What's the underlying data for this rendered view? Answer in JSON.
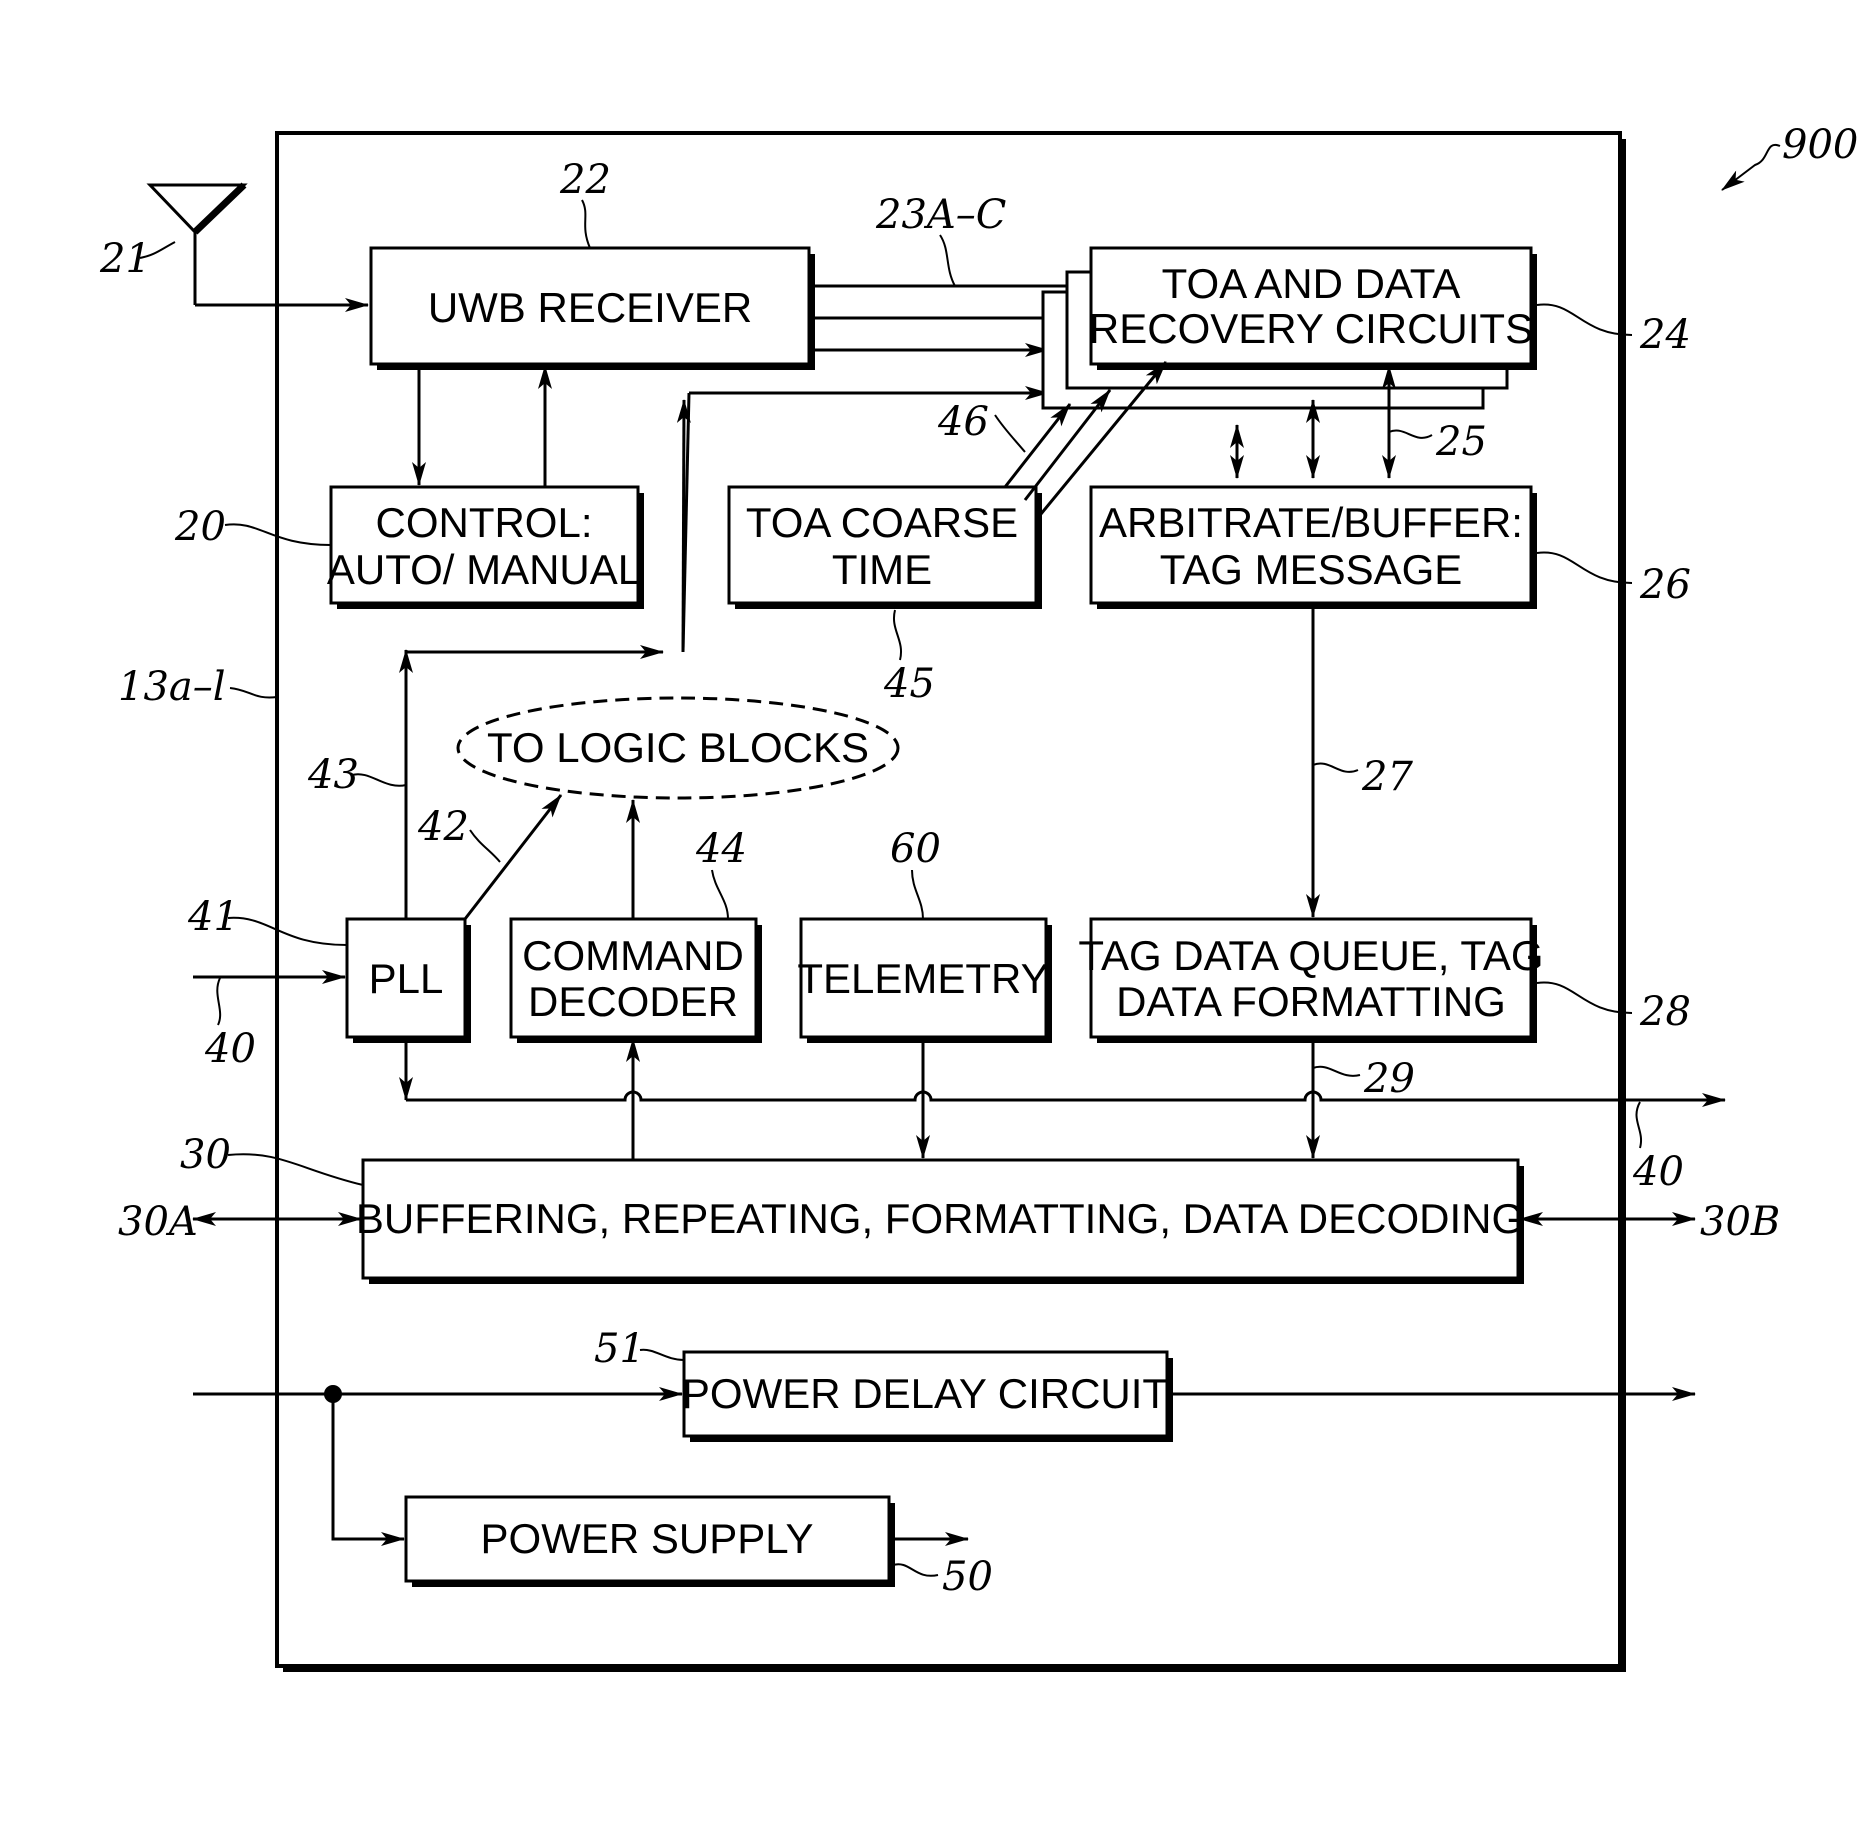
{
  "figure_ref": "900",
  "module_ref": "13a–l",
  "antenna": {
    "ref": "21"
  },
  "blocks": {
    "uwb_receiver": {
      "label": "UWB RECEIVER",
      "ref": "22"
    },
    "control": {
      "line1": "CONTROL:",
      "line2": "AUTO/ MANUAL",
      "ref": "20"
    },
    "toa_data_recovery": {
      "line1": "TOA AND DATA",
      "line2": "RECOVERY CIRCUITS",
      "ref": "24"
    },
    "toa_coarse_time": {
      "line1": "TOA COARSE",
      "line2": "TIME",
      "ref": "45"
    },
    "arbitrate_buffer": {
      "line1": "ARBITRATE/BUFFER:",
      "line2": "TAG MESSAGE",
      "ref": "26"
    },
    "to_logic_blocks": {
      "label": "TO LOGIC BLOCKS"
    },
    "pll": {
      "label": "PLL",
      "ref": "41"
    },
    "command_decoder": {
      "line1": "COMMAND",
      "line2": "DECODER",
      "ref": "44"
    },
    "telemetry": {
      "label": "TELEMETRY",
      "ref": "60"
    },
    "tag_data_queue": {
      "line1": "TAG DATA QUEUE, TAG",
      "line2": "DATA FORMATTING",
      "ref": "28"
    },
    "buffering": {
      "label": "BUFFERING, REPEATING, FORMATTING, DATA DECODING",
      "ref": "30"
    },
    "power_delay": {
      "label": "POWER DELAY CIRCUIT",
      "ref": "51"
    },
    "power_supply": {
      "label": "POWER SUPPLY",
      "ref": "50"
    }
  },
  "signal_refs": {
    "receiver_outputs": "23A–C",
    "bus_25": "25",
    "bus_27": "27",
    "bus_29": "29",
    "pll_clock": "43",
    "pll_logic": "42",
    "coarse_time_bus": "46",
    "clock_in": "40",
    "clock_out": "40",
    "port_a": "30A",
    "port_b": "30B"
  }
}
